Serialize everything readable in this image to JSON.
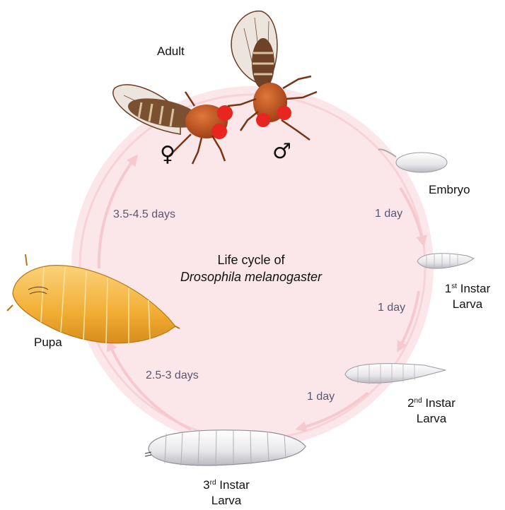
{
  "title": {
    "line1": "Life cycle of",
    "line2": "Drosophila melanogaster"
  },
  "stages": {
    "adult": "Adult",
    "female_symbol": "♀",
    "male_symbol": "♂",
    "embryo": "Embryo",
    "instar1": {
      "num": "1",
      "sup": "st",
      "word": "Instar",
      "larva": "Larva"
    },
    "instar2": {
      "num": "2",
      "sup": "nd",
      "word": "Instar",
      "larva": "Larva"
    },
    "instar3": {
      "num": "3",
      "sup": "rd",
      "word": "Instar",
      "larva": "Larva"
    },
    "pupa": "Pupa"
  },
  "durations": {
    "embryo_to_l1": "1 day",
    "l1_to_l2": "1 day",
    "l2_to_l3": "1 day",
    "l3_to_pupa": "2.5-3 days",
    "pupa_to_adult": "3.5-4.5 days"
  },
  "colors": {
    "circle_fill": "#fbe7ea",
    "arrow": "#f6c9cf",
    "duration_text": "#5b5670",
    "pupa": "#f3b23a",
    "larva": "#e9e9ec",
    "fly_body": "#c0501e",
    "fly_eye": "#e8261f"
  }
}
